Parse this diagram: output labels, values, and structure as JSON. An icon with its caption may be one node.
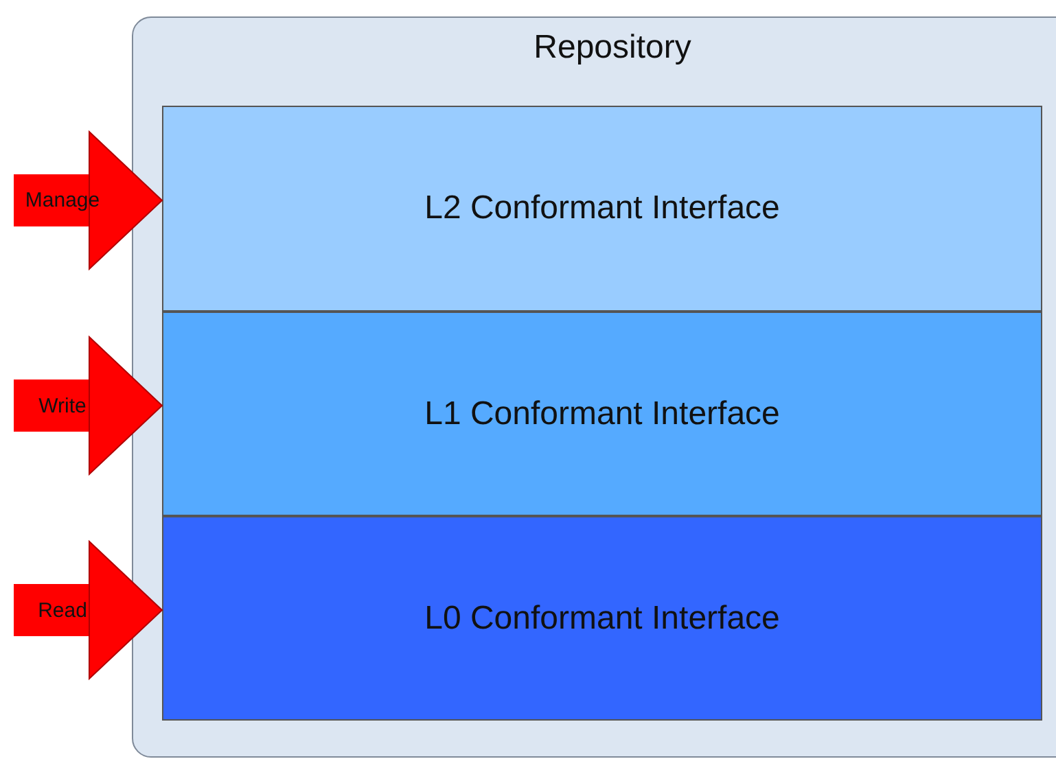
{
  "diagram": {
    "nodes": [
      {
        "text": [
          "Repository"
        ]
      },
      {
        "text": [
          "L2 Conformant Interface"
        ],
        "in": 0
      },
      {
        "text": [
          "L1 Conformant Interface"
        ],
        "in": 0
      },
      {
        "text": [
          "L0 Conformant Interface"
        ],
        "in": 0
      }
    ],
    "edges": [
      {
        "from": null,
        "to": 1,
        "arrow": "to",
        "label": "Manage"
      },
      {
        "from": null,
        "to": 2,
        "arrow": "to",
        "label": "Write"
      },
      {
        "from": null,
        "to": 3,
        "arrow": "to",
        "label": "Read"
      }
    ]
  }
}
